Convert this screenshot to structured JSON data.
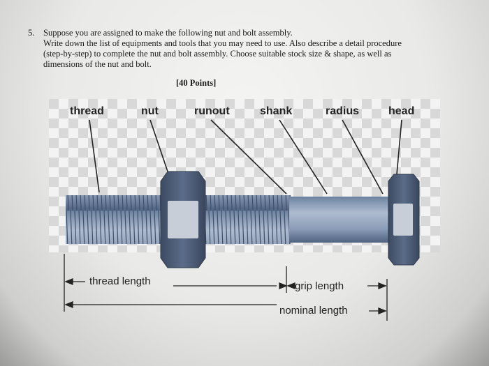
{
  "question": {
    "number": "5.",
    "lines": [
      "Suppose you are assigned to make the following nut and bolt assembly.",
      "Write down the list of equipments and tools that you may need to use. Also describe a detail procedure",
      "(step-by-step) to complete the nut and bolt assembly. Choose suitable stock size & shape, as well as",
      "dimensions of the nut and bolt."
    ],
    "points": "[40 Points]"
  },
  "diagram": {
    "labels": {
      "thread": "thread",
      "nut": "nut",
      "runout": "runout",
      "shank": "shank",
      "radius": "radius",
      "head": "head"
    },
    "dimensions": {
      "thread_length": "thread length",
      "grip_length": "grip length",
      "nominal_length": "nominal length"
    },
    "colors": {
      "steel": "#8fa3bc",
      "steel_dark": "#5b6f88",
      "nut": "#4a5a72",
      "nut_face": "#c9d0d9",
      "checker_light": "#f4f4f4",
      "checker_dark": "#d6d6d6"
    }
  }
}
